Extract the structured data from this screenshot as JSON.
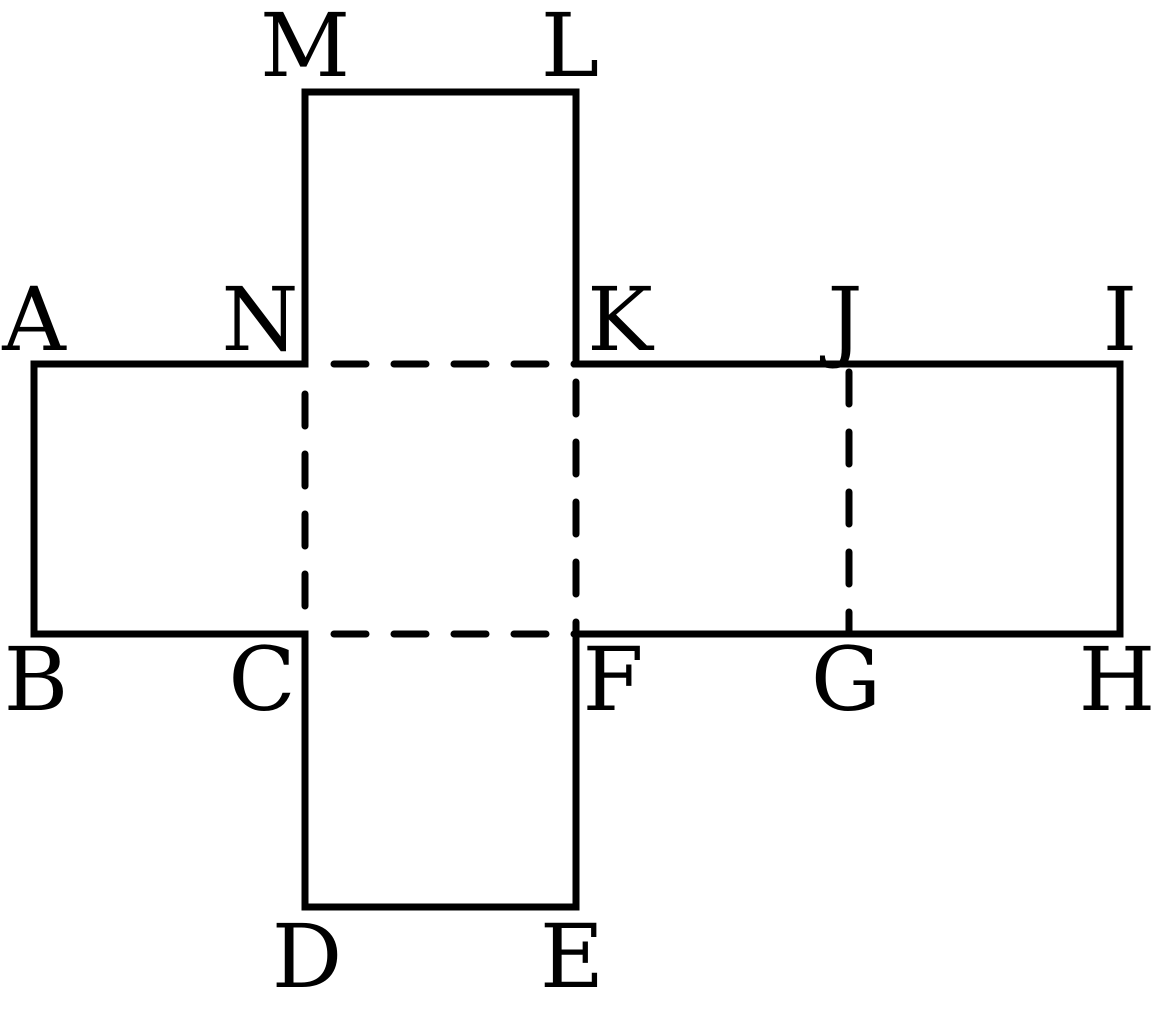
{
  "diagram": {
    "vertices": {
      "A": "A",
      "B": "B",
      "C": "C",
      "D": "D",
      "E": "E",
      "F": "F",
      "G": "G",
      "H": "H",
      "I": "I",
      "J": "J",
      "K": "K",
      "L": "L",
      "M": "M",
      "N": "N"
    },
    "solid_edges": [
      [
        "A",
        "N"
      ],
      [
        "N",
        "M"
      ],
      [
        "M",
        "L"
      ],
      [
        "L",
        "K"
      ],
      [
        "K",
        "I"
      ],
      [
        "I",
        "H"
      ],
      [
        "H",
        "F"
      ],
      [
        "F",
        "E"
      ],
      [
        "E",
        "D"
      ],
      [
        "D",
        "C"
      ],
      [
        "C",
        "B"
      ],
      [
        "B",
        "A"
      ]
    ],
    "fold_lines": [
      [
        "N",
        "K"
      ],
      [
        "N",
        "C"
      ],
      [
        "C",
        "F"
      ],
      [
        "K",
        "F"
      ],
      [
        "J",
        "G"
      ]
    ]
  }
}
